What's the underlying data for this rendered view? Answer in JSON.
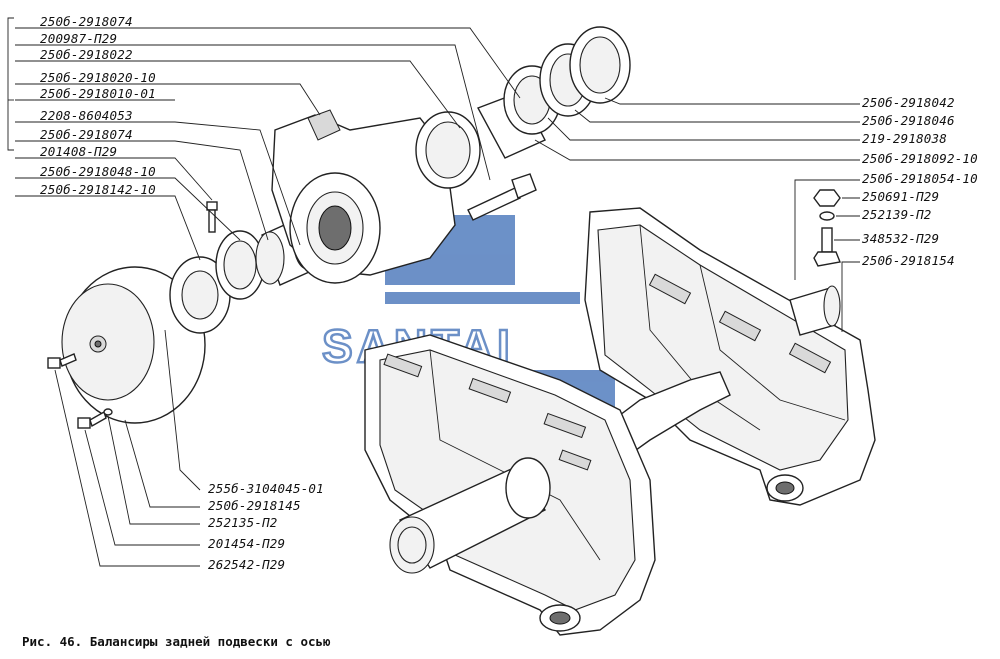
{
  "watermark": {
    "text": "SANTAI",
    "color": "#3b6cb5"
  },
  "caption": "Рис. 46. Балансиры задней подвески с осью",
  "labels_left": [
    "250б-2918074",
    "200987-П29",
    "250б-2918022",
    "250б-2918020-10",
    "250б-2918010-01",
    "2208-8604053",
    "250б-2918074",
    "201408-П29",
    "250б-2918048-10",
    "250б-2918142-10"
  ],
  "labels_right": [
    "250б-2918042",
    "250б-2918046",
    "219-2918038",
    "250б-2918092-10",
    "250б-2918054-10",
    "250691-П29",
    "252139-П2",
    "348532-П29",
    "250б-2918154"
  ],
  "labels_bottom": [
    "255б-3104045-01",
    "250б-2918145",
    "252135-П2",
    "201454-П29",
    "262542-П29"
  ]
}
